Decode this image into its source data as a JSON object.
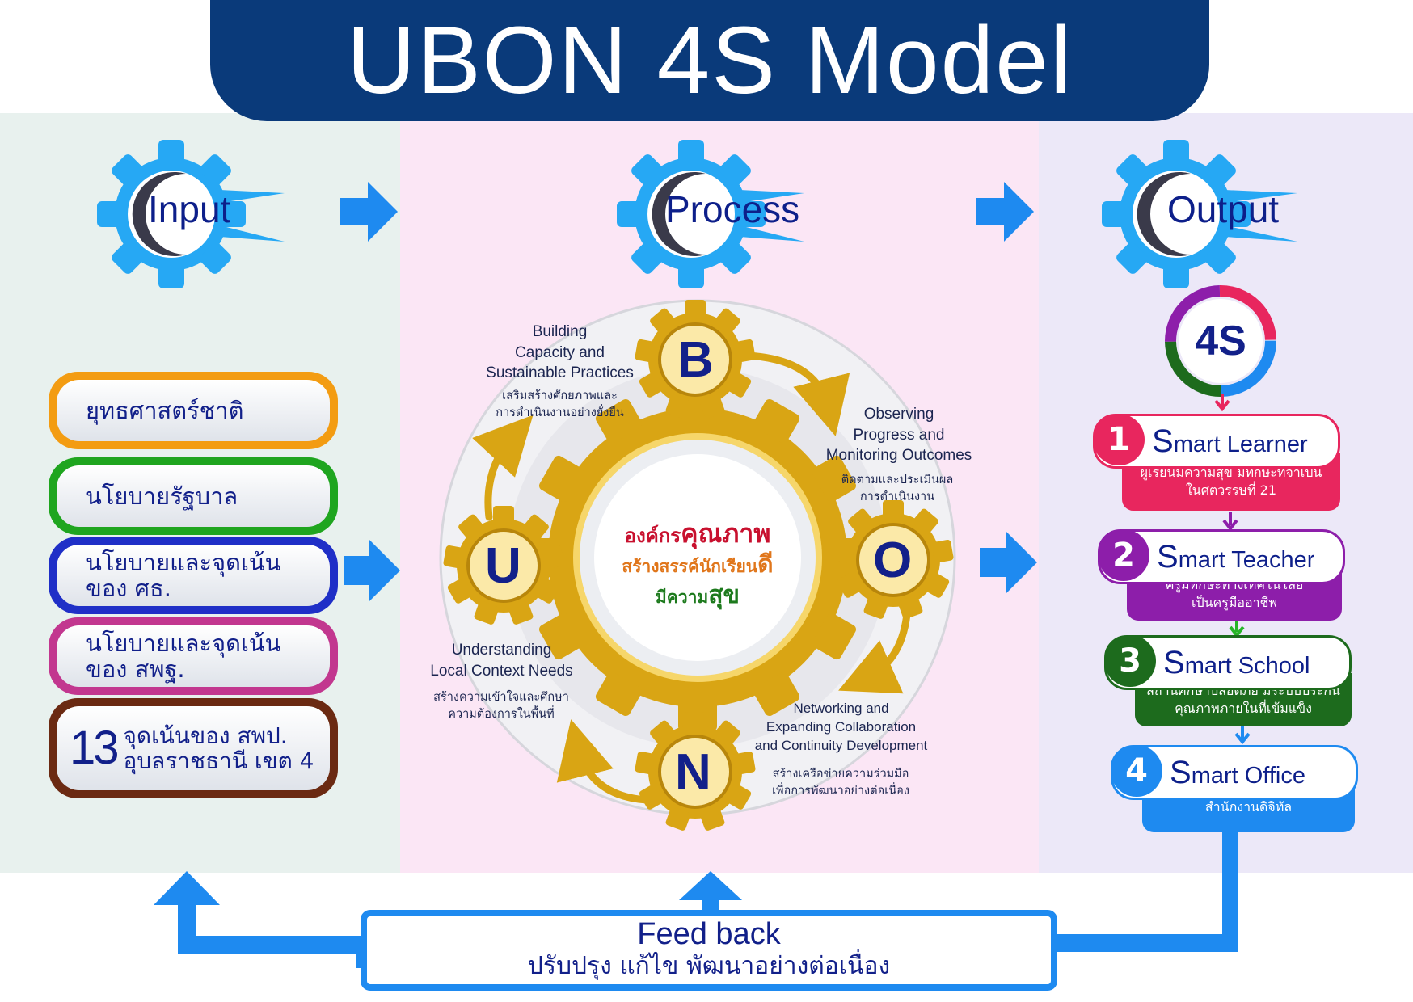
{
  "title": "UBON 4S Model",
  "stages": {
    "input": "Input",
    "process": "Process",
    "output": "Output"
  },
  "inputs": [
    {
      "text": "ยุทธศาสตร์ชาติ",
      "color": "#f39c12"
    },
    {
      "text": "นโยบายรัฐบาล",
      "color": "#1fa51f"
    },
    {
      "text": "นโยบายและจุดเน้น\nของ ศธ.",
      "color": "#1f2fc7"
    },
    {
      "text": "นโยบายและจุดเน้น\nของ สพฐ.",
      "color": "#c2378f"
    },
    {
      "num": "13",
      "text": "จุดเน้นของ สพป.\nอุบลราชธานี เขต 4",
      "color": "#6b2a12"
    }
  ],
  "center": {
    "line1_a": "องค์กร",
    "line1_b": "คุณภาพ",
    "line2_a": "สร้างสรรค์นักเรียน",
    "line2_b": "ดี",
    "line3_a": "มีความ",
    "line3_b": "สุข"
  },
  "ubon": {
    "b": {
      "letter": "B",
      "en": "Building\nCapacity and\nSustainable Practices",
      "th": "เสริมสร้างศักยภาพและ\nการดำเนินงานอย่างยั่งยืน"
    },
    "o": {
      "letter": "O",
      "en": "Observing\nProgress and\nMonitoring Outcomes",
      "th": "ติดตามและประเมินผล\nการดำเนินงาน"
    },
    "u": {
      "letter": "U",
      "en": "Understanding\nLocal Context Needs",
      "th": "สร้างความเข้าใจและศึกษา\nความต้องการในพื้นที่"
    },
    "n": {
      "letter": "N",
      "en": "Networking and\nExpanding Collaboration\nand Continuity Development",
      "th": "สร้างเครือข่ายความร่วมมือ\nเพื่อการพัฒนาอย่างต่อเนื่อง"
    }
  },
  "badge": "4S",
  "outputs": [
    {
      "num": "1",
      "s": "S",
      "rest": "mart Learner",
      "desc": "ผู้เรียนมีความสุข มีทักษะที่จำเป็น\nในศตวรรษที่ 21",
      "color": "#e8265e"
    },
    {
      "num": "2",
      "s": "S",
      "rest": "mart Teacher",
      "desc": "ครูมีทักษะทางเทคโนโลยี\nเป็นครูมืออาชีพ",
      "color": "#8d1eaa"
    },
    {
      "num": "3",
      "s": "S",
      "rest": "mart School",
      "desc": "สถานศึกษาปลอดภัย มีระบบประกัน\nคุณภาพภายในที่เข้มแข็ง",
      "color": "#1d6b1d"
    },
    {
      "num": "4",
      "s": "S",
      "rest": "mart Office",
      "desc": "สำนักงานดิจิทัล",
      "color": "#1e8af0"
    }
  ],
  "feedback": {
    "title": "Feed back",
    "subtitle": "ปรับปรุง แก้ไข พัฒนาอย่างต่อเนื่อง"
  },
  "colors": {
    "navy": "#0a3a7a",
    "blue": "#1e8af0",
    "gold": "#d9a514",
    "text": "#12208a"
  }
}
